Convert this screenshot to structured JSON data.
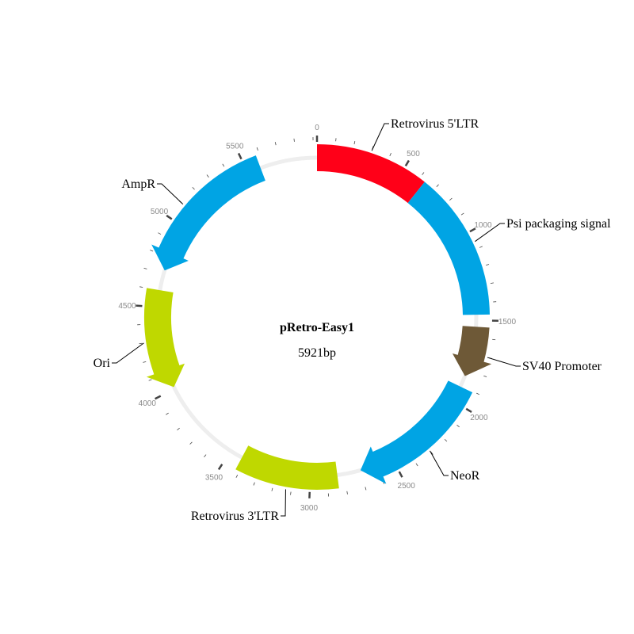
{
  "plasmid": {
    "name": "pRetro-Easy1",
    "length_label": "5921bp",
    "length": 5921
  },
  "ticks": {
    "labels": [
      "0",
      "500",
      "1000",
      "1500",
      "2000",
      "2500",
      "3000",
      "3500",
      "4000",
      "4500",
      "5000",
      "5500"
    ],
    "label_values": [
      0,
      500,
      1000,
      1500,
      2000,
      2500,
      3000,
      3500,
      4000,
      4500,
      5000,
      5500
    ]
  },
  "features": [
    {
      "name": "Retrovirus 5'LTR",
      "start": 0,
      "end": 634,
      "strand": 0,
      "color": "#ff0018"
    },
    {
      "name": "Psi packaging signal",
      "start": 634,
      "end": 1467,
      "strand": 0,
      "color": "#00a4e4"
    },
    {
      "name": "SV40 Promoter",
      "start": 1538,
      "end": 1838,
      "strand": 1,
      "color": "#6e5937"
    },
    {
      "name": "NeoR",
      "start": 1906,
      "end": 2700,
      "strand": 1,
      "color": "#00a4e4"
    },
    {
      "name": "Retrovirus 3'LTR",
      "start": 2840,
      "end": 3423,
      "strand": 0,
      "color": "#bfd800"
    },
    {
      "name": "Ori",
      "start": 4012,
      "end": 4600,
      "strand": -1,
      "color": "#bfd800"
    },
    {
      "name": "AmpR",
      "start": 4720,
      "end": 5580,
      "strand": -1,
      "color": "#00a4e4"
    }
  ],
  "colors": {
    "backbone": "#eeeeee",
    "tick": "#444444",
    "leader": "#000000"
  }
}
